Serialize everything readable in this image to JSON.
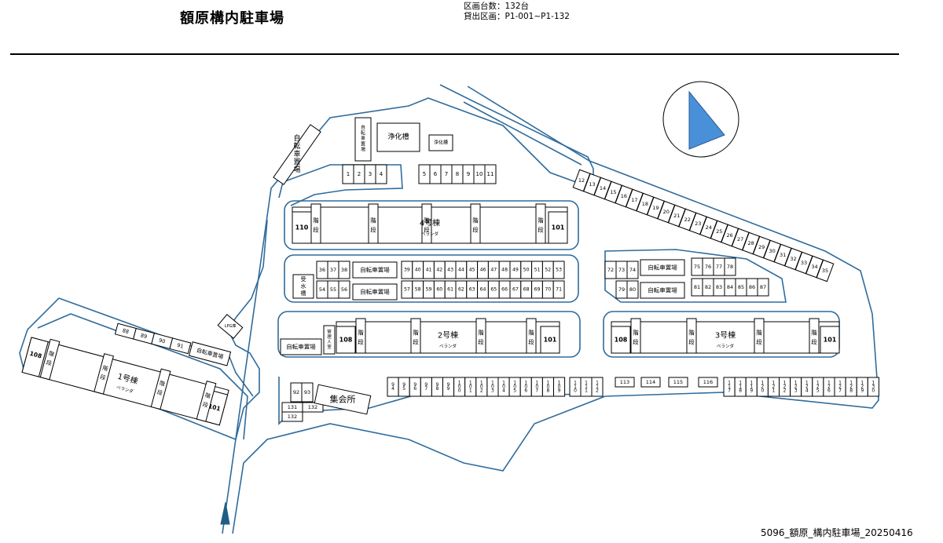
{
  "header": {
    "title": "額原構内駐車場",
    "total_label": "区画台数：132台",
    "rental_label": "貸出区画：P1-001~P1-132"
  },
  "footer": {
    "doc_id": "5096_額原_構内駐車場_20250416"
  },
  "colors": {
    "road": "#2f6c9d",
    "north": "#4a90d9",
    "ink": "#000000"
  },
  "icons": {
    "north_arrow": "north-arrow-icon",
    "entrance_arrow": "entrance-arrow-icon"
  },
  "labels": {
    "kaidan": "階段",
    "veranda": "ベランダ",
    "jitensha": "自転車置場",
    "jitensha_v": "自転車置場",
    "jouka": "浄化槽",
    "jouka_small": "浄化槽",
    "jusui": "受水槽",
    "lpg": "LPG庫",
    "kanri": "管理人室",
    "shukai": "集会所"
  },
  "buildings": [
    {
      "name": "4号棟",
      "left": "110",
      "right": "101"
    },
    {
      "name": "2号棟",
      "left": "108",
      "right": "101"
    },
    {
      "name": "3号棟",
      "left": "108",
      "right": "101"
    },
    {
      "name": "1号棟",
      "left": "108",
      "right": "101"
    }
  ],
  "spaces": {
    "g1": [
      "1",
      "2",
      "3",
      "4"
    ],
    "g2": [
      "5",
      "6",
      "7",
      "8",
      "9",
      "10",
      "11"
    ],
    "diag": [
      "12",
      "13",
      "14",
      "15",
      "16",
      "17",
      "18",
      "19",
      "20",
      "21",
      "22",
      "23",
      "24",
      "25",
      "26",
      "27",
      "28",
      "29",
      "30",
      "31",
      "32",
      "33",
      "34",
      "35"
    ],
    "r36": [
      "36",
      "37",
      "38"
    ],
    "r54": [
      "54",
      "55",
      "56"
    ],
    "r39": [
      "39",
      "40",
      "41",
      "42",
      "43",
      "44",
      "45",
      "46",
      "47",
      "48",
      "49",
      "50",
      "51",
      "52",
      "53"
    ],
    "r57": [
      "57",
      "58",
      "59",
      "60",
      "61",
      "62",
      "63",
      "64",
      "65",
      "66",
      "67",
      "68",
      "69",
      "70",
      "71"
    ],
    "r72": [
      "72",
      "73",
      "74"
    ],
    "r79": [
      "79",
      "80"
    ],
    "r75": [
      "75",
      "76",
      "77",
      "78"
    ],
    "r81": [
      "81",
      "82",
      "83",
      "84",
      "85",
      "86",
      "87"
    ],
    "r88": [
      "88",
      "89",
      "90",
      "91"
    ],
    "r92": [
      "92",
      "93"
    ],
    "r94": [
      "94",
      "95",
      "96",
      "97",
      "98",
      "99",
      "100",
      "101",
      "102",
      "103",
      "104",
      "105",
      "106",
      "107",
      "108",
      "109"
    ],
    "r110": [
      "110",
      "111",
      "112"
    ],
    "r113": [
      "113",
      "114",
      "115",
      "116"
    ],
    "r117": [
      "117",
      "118",
      "119",
      "120",
      "121",
      "122",
      "123",
      "124",
      "125",
      "126",
      "127",
      "128",
      "129",
      "130"
    ],
    "r131": [
      "131",
      "132"
    ]
  }
}
